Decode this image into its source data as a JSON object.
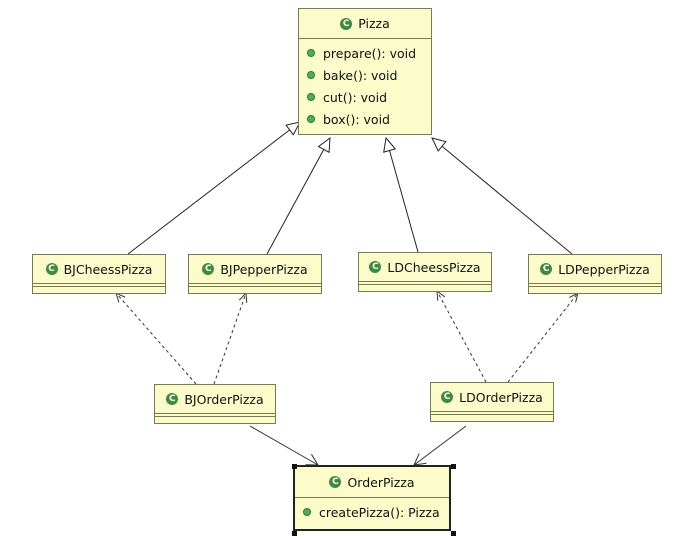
{
  "diagram": {
    "classes": {
      "pizza": {
        "name": "Pizza",
        "methods": [
          "prepare(): void",
          "bake(): void",
          "cut(): void",
          "box(): void"
        ]
      },
      "bj_cheess": {
        "name": "BJCheessPizza"
      },
      "bj_pepper": {
        "name": "BJPepperPizza"
      },
      "ld_cheess": {
        "name": "LDCheessPizza"
      },
      "ld_pepper": {
        "name": "LDPepperPizza"
      },
      "bj_order": {
        "name": "BJOrderPizza"
      },
      "ld_order": {
        "name": "LDOrderPizza"
      },
      "order": {
        "name": "OrderPizza",
        "methods": [
          "createPizza(): Pizza"
        ]
      }
    },
    "class_icon": "class-c-icon",
    "method_icon": "public-method-dot-icon",
    "colors": {
      "box_fill": "#fcfccb",
      "box_border": "#7a7a50",
      "class_icon": "#3d8b3d",
      "method_dot": "#4caf50"
    },
    "relations": [
      {
        "type": "generalization",
        "from": "bj_cheess",
        "to": "pizza"
      },
      {
        "type": "generalization",
        "from": "bj_pepper",
        "to": "pizza"
      },
      {
        "type": "generalization",
        "from": "ld_cheess",
        "to": "pizza"
      },
      {
        "type": "generalization",
        "from": "ld_pepper",
        "to": "pizza"
      },
      {
        "type": "dependency",
        "from": "bj_order",
        "to": "bj_cheess"
      },
      {
        "type": "dependency",
        "from": "bj_order",
        "to": "bj_pepper"
      },
      {
        "type": "dependency",
        "from": "ld_order",
        "to": "ld_cheess"
      },
      {
        "type": "dependency",
        "from": "ld_order",
        "to": "ld_pepper"
      },
      {
        "type": "association",
        "from": "bj_order",
        "to": "order"
      },
      {
        "type": "association",
        "from": "ld_order",
        "to": "order"
      }
    ]
  }
}
